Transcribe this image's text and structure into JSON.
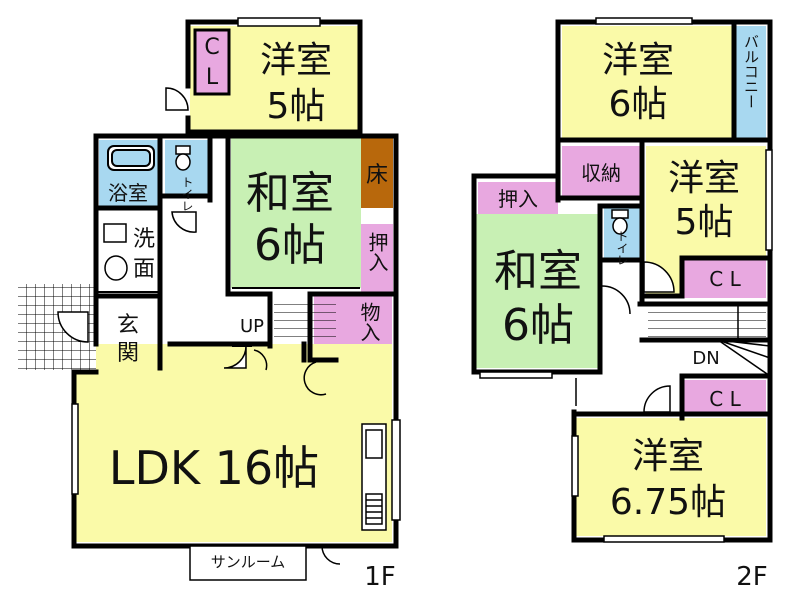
{
  "floor1": {
    "label": "1F",
    "rooms": {
      "youshitsu_name": "洋室",
      "youshitsu_size": "5帖",
      "cl_c": "C",
      "cl_l": "L",
      "washitsu_name": "和室",
      "washitsu_size": "6帖",
      "toko": "床",
      "oshiire": "押入",
      "yokushitsu": "浴室",
      "toilet": "トイレ",
      "senmen_1": "洗",
      "senmen_2": "面",
      "genkan_1": "玄",
      "genkan_2": "関",
      "up": "UP",
      "monoire": "物入",
      "ldk": "LDK 16帖",
      "sunroom": "サンルーム"
    }
  },
  "floor2": {
    "label": "2F",
    "rooms": {
      "youshitsu6_name": "洋室",
      "youshitsu6_size": "6帖",
      "balcony": "バルコニー",
      "shuno": "収納",
      "youshitsu5_name": "洋室",
      "youshitsu5_size": "5帖",
      "oshiire": "押入",
      "toilet": "トイレ",
      "washitsu_name": "和室",
      "washitsu_size": "6帖",
      "cl1": "C L",
      "dn": "DN",
      "cl2": "C L",
      "youshitsu675_name": "洋室",
      "youshitsu675_size": "6.75帖"
    }
  },
  "colors": {
    "yellow": "#fafaa8",
    "green": "#c8f0b4",
    "pink": "#e8a8e0",
    "blue": "#a8d8f0",
    "brown": "#b8680c",
    "wall": "#000000"
  }
}
